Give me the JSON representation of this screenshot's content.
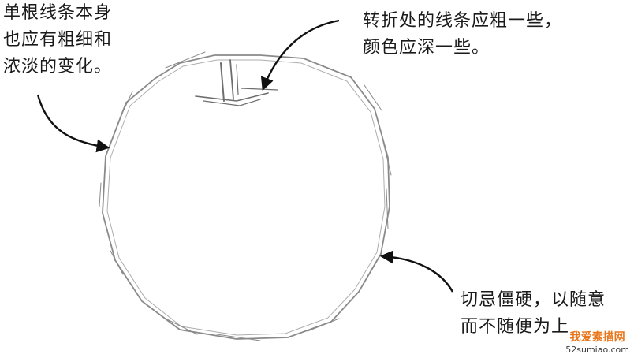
{
  "annotations": {
    "left": [
      "单根线条本身",
      "也应有粗细和",
      "浓淡的变化。"
    ],
    "top": [
      "转折处的线条应粗一些，",
      "颜色应深一些。"
    ],
    "bottom_right": [
      "切忌僵硬，以随意",
      "而不随便为上"
    ]
  },
  "watermark": {
    "site_name": "我爱素描网",
    "url": "52sumiao.com",
    "color": "#e8751a"
  },
  "colors": {
    "text": "#1a1a1a",
    "arrow": "#111111",
    "pencil": "#8a8a8a"
  }
}
